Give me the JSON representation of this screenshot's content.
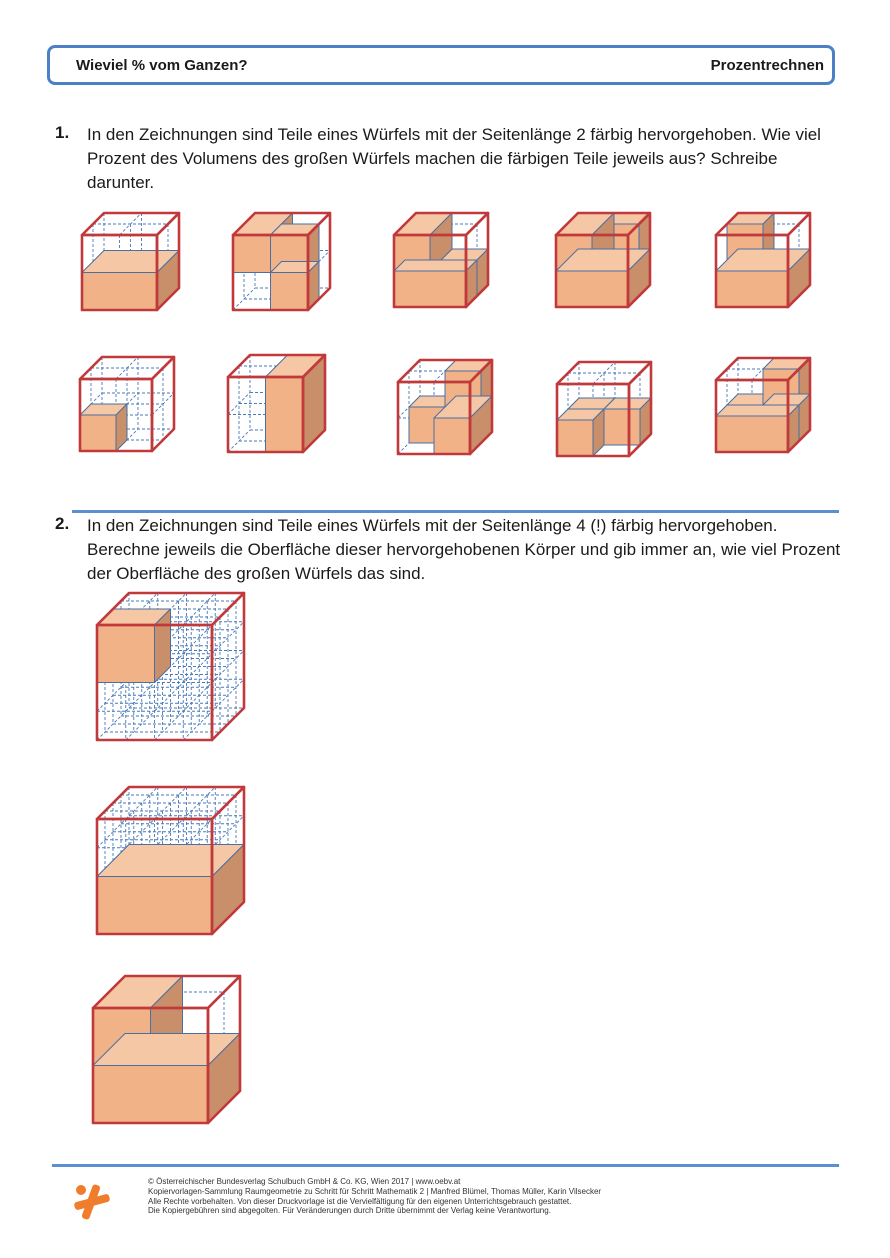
{
  "header": {
    "title": "Wieviel % vom Ganzen?",
    "topic": "Prozentrechnen"
  },
  "tasks": [
    {
      "number": "1.",
      "text": "In den Zeichnungen sind Teile eines Würfels mit der Seitenlänge 2 färbig hervorgehoben. Wie viel Prozent des Volumens des großen Würfels machen die färbigen Teile jeweils aus? Schreibe darunter."
    },
    {
      "number": "2.",
      "text": "In den Zeichnungen sind Teile eines Würfels mit der Seitenlänge 4 (!) färbig hervorgehoben. Berechne jeweils die Oberfläche dieser hervorgehobenen Körper und gib immer an, wie viel Prozent der Oberfläche des großen Würfels das sind."
    }
  ],
  "footer": {
    "line1": "© Österreichischer Bundesverlag Schulbuch GmbH & Co. KG, Wien 2017 | www.oebv.at",
    "line2": "Kopiervorlagen-Sammlung Raumgeometrie zu Schritt für Schritt Mathematik 2 | Manfred Blümel, Thomas Müller, Karin Vilsecker",
    "line3": "Alle Rechte vorbehalten. Von dieser Druckvorlage ist die Vervielfältigung für den eigenen Unterrichtsgebrauch gestattet.",
    "line4": "Die Kopiergebühren sind abgegolten. Für Veränderungen durch Dritte übernimmt der Verlag keine Verantwortung."
  },
  "colors": {
    "accent": "#4d7fc4",
    "cube_edge": "#c0393b",
    "fill_front": "#f2b287",
    "fill_top": "#f6c7a5",
    "fill_side": "#c98e6a",
    "hidden_line": "#4a7ab8",
    "logo": "#f07d2c"
  }
}
